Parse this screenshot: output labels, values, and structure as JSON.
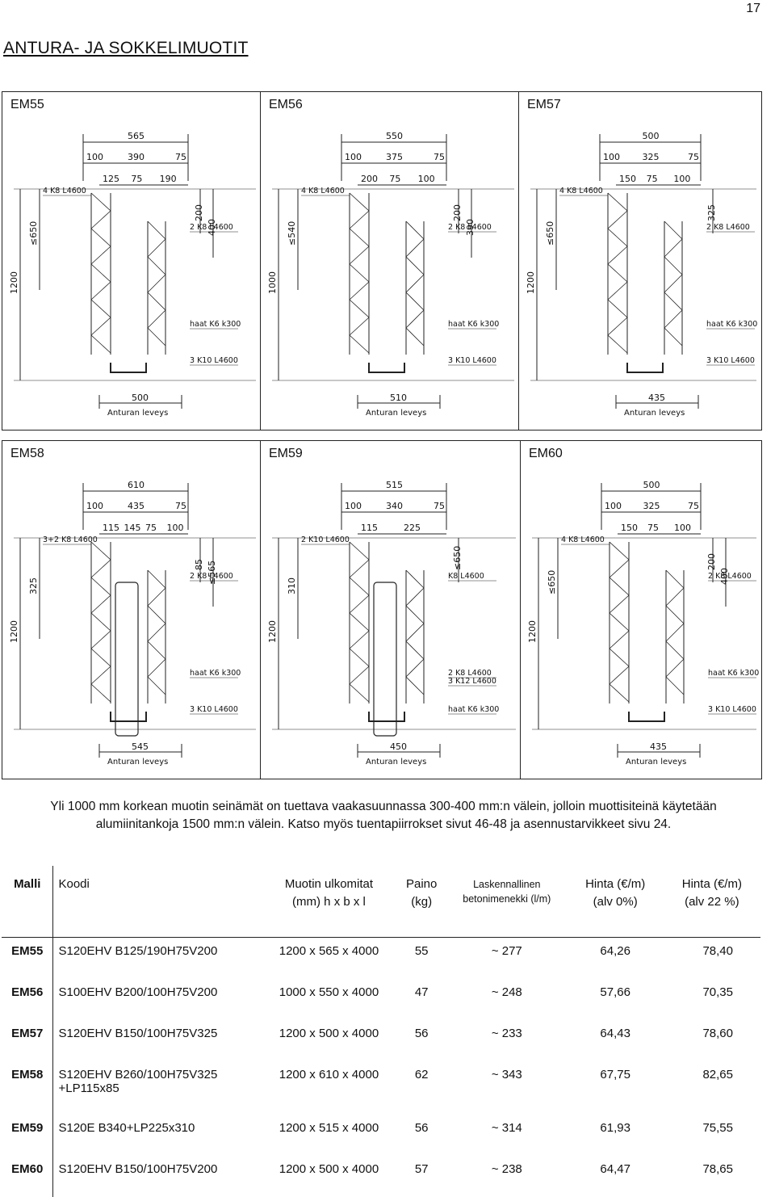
{
  "page_number": "17",
  "title": "ANTURA- JA SOKKELIMUOTIT",
  "panels_row1": [
    {
      "label": "EM55",
      "top_dims": [
        "565",
        "100",
        "390",
        "75",
        "125",
        "75",
        "190"
      ],
      "side_dims": [
        "200",
        "400",
        "≤650",
        "1200"
      ],
      "rebar": [
        "4 K8 L4600",
        "2 K8 L4600",
        "haat K6 k300",
        "3 K10 L4600"
      ],
      "footing": "500",
      "footing_label": "Anturan leveys"
    },
    {
      "label": "EM56",
      "top_dims": [
        "550",
        "100",
        "375",
        "75",
        "200",
        "75",
        "100"
      ],
      "side_dims": [
        "200",
        "390",
        "≤540",
        "1000"
      ],
      "rebar": [
        "4 K8 L4600",
        "2 K8 L4600",
        "haat K6 k300",
        "3 K10 L4600"
      ],
      "footing": "510",
      "footing_label": "Anturan leveys"
    },
    {
      "label": "EM57",
      "top_dims": [
        "500",
        "100",
        "325",
        "75",
        "150",
        "75",
        "100"
      ],
      "side_dims": [
        "325",
        "≤650",
        "1200"
      ],
      "rebar": [
        "4 K8 L4600",
        "2 K8 L4600",
        "haat K6 k300",
        "3 K10 L4600"
      ],
      "footing": "435",
      "footing_label": "Anturan leveys"
    }
  ],
  "panels_row2": [
    {
      "label": "EM58",
      "top_dims": [
        "610",
        "100",
        "435",
        "75",
        "115",
        "145",
        "75",
        "100"
      ],
      "side_dims": [
        "85",
        "≤565",
        "325",
        "1200"
      ],
      "rebar": [
        "3+2 K8 L4600",
        "2 K8 L4600",
        "haat K6 k300",
        "3 K10 L4600"
      ],
      "footing": "545",
      "footing_label": "Anturan leveys"
    },
    {
      "label": "EM59",
      "top_dims": [
        "515",
        "100",
        "340",
        "75",
        "115",
        "225"
      ],
      "side_dims": [
        "≤650",
        "310",
        "1200"
      ],
      "rebar": [
        "2 K10 L4600",
        "K8 L4600",
        "2 K8 L4600",
        "haat K6 k300",
        "3 K12 L4600"
      ],
      "footing": "450",
      "footing_label": "Anturan leveys"
    },
    {
      "label": "EM60",
      "top_dims": [
        "500",
        "100",
        "325",
        "75",
        "150",
        "75",
        "100"
      ],
      "side_dims": [
        "200",
        "400",
        "≤650",
        "1200"
      ],
      "rebar": [
        "4 K8 L4600",
        "2 K8 L4600",
        "haat K6 k300",
        "3 K10 L4600"
      ],
      "footing": "435",
      "footing_label": "Anturan leveys"
    }
  ],
  "note": "Yli 1000 mm korkean muotin seinämät on tuettava vaakasuunnassa 300-400 mm:n välein, jolloin muottisiteinä käytetään alumiinitankoja 1500 mm:n välein. Katso myös tuentapiirrokset sivut 46-48 ja asennustarvikkeet sivu 24.",
  "table": {
    "headers": {
      "malli": "Malli",
      "koodi": "Koodi",
      "mitat": "Muotin ulkomitat",
      "mitat2": "(mm)    h x b x l",
      "paino": "Paino",
      "paino2": "(kg)",
      "betoni": "Laskennallinen",
      "betoni2": "betonimenekki (l/m)",
      "hinta0": "Hinta (€/m)",
      "hinta0b": "(alv 0%)",
      "hinta22": "Hinta (€/m)",
      "hinta22b": "(alv 22 %)"
    },
    "rows": [
      {
        "malli": "EM55",
        "koodi": "S120EHV B125/190H75V200",
        "koodi2": "",
        "mitat": "1200 x 565 x 4000",
        "paino": "55",
        "betoni": "~ 277",
        "hinta0": "64,26",
        "hinta22": "78,40"
      },
      {
        "malli": "EM56",
        "koodi": "S100EHV B200/100H75V200",
        "koodi2": "",
        "mitat": "1000 x 550 x 4000",
        "paino": "47",
        "betoni": "~ 248",
        "hinta0": "57,66",
        "hinta22": "70,35"
      },
      {
        "malli": "EM57",
        "koodi": "S120EHV B150/100H75V325",
        "koodi2": "",
        "mitat": "1200 x 500 x 4000",
        "paino": "56",
        "betoni": "~ 233",
        "hinta0": "64,43",
        "hinta22": "78,60"
      },
      {
        "malli": "EM58",
        "koodi": "S120EHV B260/100H75V325",
        "koodi2": "+LP115x85",
        "mitat": "1200 x 610 x 4000",
        "paino": "62",
        "betoni": "~ 343",
        "hinta0": "67,75",
        "hinta22": "82,65"
      },
      {
        "malli": "EM59",
        "koodi": "S120E B340+LP225x310",
        "koodi2": "",
        "mitat": "1200 x 515 x 4000",
        "paino": "56",
        "betoni": "~ 314",
        "hinta0": "61,93",
        "hinta22": "75,55"
      },
      {
        "malli": "EM60",
        "koodi": "S120EHV B150/100H75V200",
        "koodi2": "",
        "mitat": "1200 x 500 x 4000",
        "paino": "57",
        "betoni": "~ 238",
        "hinta0": "64,47",
        "hinta22": "78,65"
      }
    ]
  }
}
